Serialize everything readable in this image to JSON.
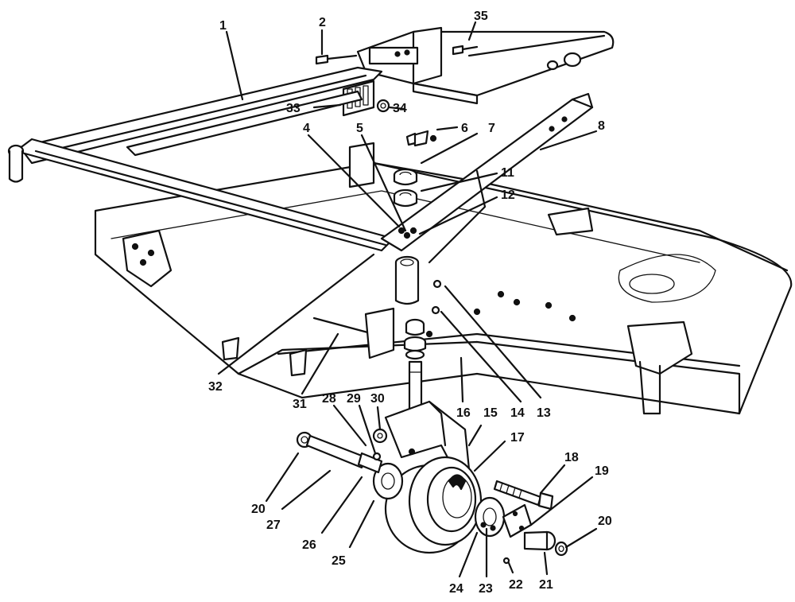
{
  "diagram": {
    "callouts": [
      "1",
      "2",
      "35",
      "33",
      "34",
      "4",
      "5",
      "6",
      "7",
      "8",
      "11",
      "12",
      "32",
      "31",
      "28",
      "29",
      "30",
      "16",
      "15",
      "14",
      "13",
      "17",
      "18",
      "19",
      "20",
      "20",
      "27",
      "26",
      "25",
      "24",
      "23",
      "22",
      "21"
    ]
  }
}
